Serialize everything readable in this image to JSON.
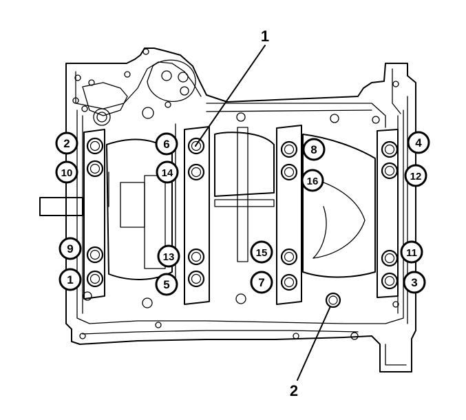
{
  "diagram": {
    "callouts": [
      {
        "label": "1"
      },
      {
        "label": "2"
      }
    ],
    "sequence": [
      {
        "label": "1"
      },
      {
        "label": "2"
      },
      {
        "label": "3"
      },
      {
        "label": "4"
      },
      {
        "label": "5"
      },
      {
        "label": "6"
      },
      {
        "label": "7"
      },
      {
        "label": "8"
      },
      {
        "label": "9"
      },
      {
        "label": "10"
      },
      {
        "label": "11"
      },
      {
        "label": "12"
      },
      {
        "label": "13"
      },
      {
        "label": "14"
      },
      {
        "label": "15"
      },
      {
        "label": "16"
      }
    ]
  }
}
